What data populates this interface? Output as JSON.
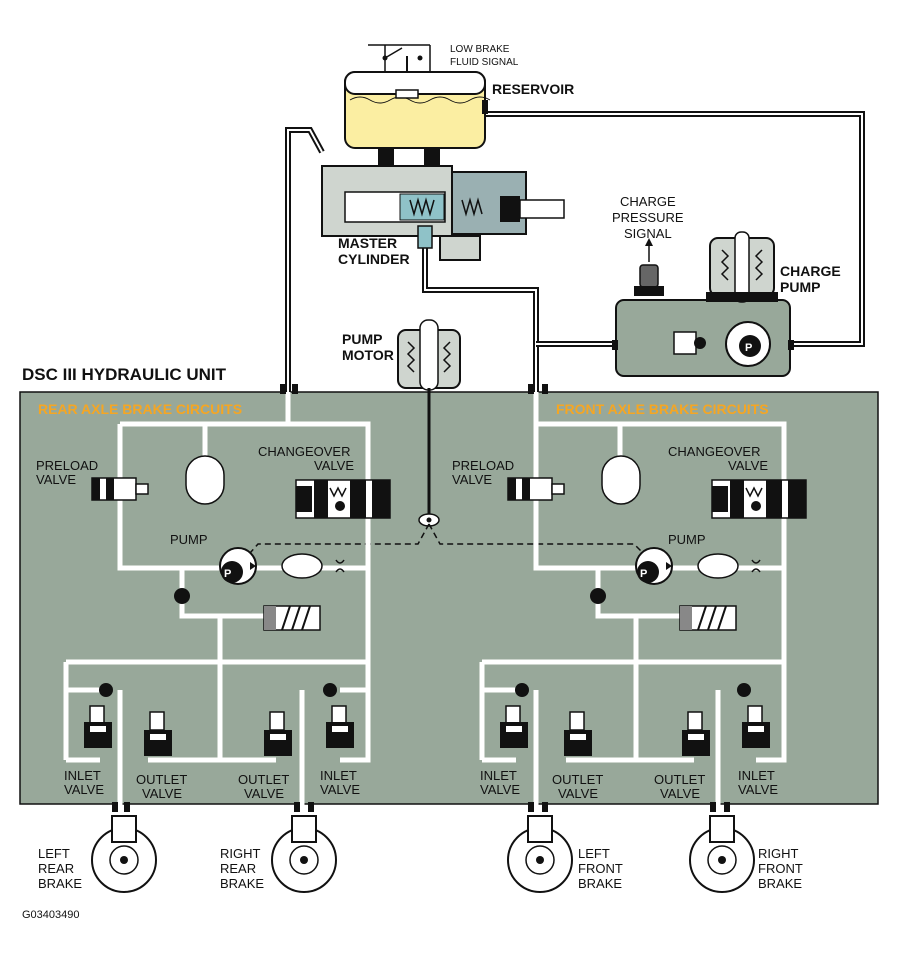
{
  "low_brake_fluid_signal": [
    "LOW BRAKE",
    "FLUID SIGNAL"
  ],
  "reservoir": "RESERVOIR",
  "master_cylinder": [
    "MASTER",
    "CYLINDER"
  ],
  "charge_pressure_signal": [
    "CHARGE",
    "PRESSURE",
    "SIGNAL"
  ],
  "charge_pump": [
    "CHARGE",
    "PUMP"
  ],
  "pump_motor": [
    "PUMP",
    "MOTOR"
  ],
  "unit_title": "DSC III HYDRAULIC UNIT",
  "rear_axle": "REAR AXLE BRAKE CIRCUITS",
  "front_axle": "FRONT AXLE BRAKE CIRCUITS",
  "preload_valve": [
    "PRELOAD",
    "VALVE"
  ],
  "changeover_valve": [
    "CHANGEOVER",
    "VALVE"
  ],
  "pump": "PUMP",
  "pump_symbol": "P",
  "inlet_valve": [
    "INLET",
    "VALVE"
  ],
  "outlet_valve": [
    "OUTLET",
    "VALVE"
  ],
  "brakes": {
    "left_rear": [
      "LEFT",
      "REAR",
      "BRAKE"
    ],
    "right_rear": [
      "RIGHT",
      "REAR",
      "BRAKE"
    ],
    "left_front": [
      "LEFT",
      "FRONT",
      "BRAKE"
    ],
    "right_front": [
      "RIGHT",
      "FRONT",
      "BRAKE"
    ]
  },
  "figure_id": "G03403490",
  "colors": {
    "unit_fill": "#98a89a",
    "reservoir_fluid": "#fbeea2",
    "axle_label": "#f5a623"
  }
}
